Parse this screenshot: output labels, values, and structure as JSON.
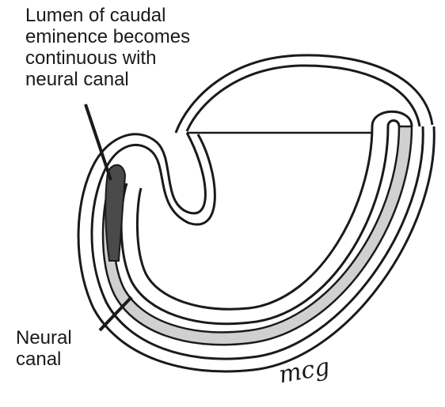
{
  "labels": {
    "lumen": {
      "lines": [
        "Lumen of caudal",
        "eminence becomes",
        "continuous with",
        "neural canal"
      ]
    },
    "neural_canal": {
      "lines": [
        "Neural",
        "canal"
      ]
    }
  },
  "signature": "mcg",
  "colors": {
    "outline": "#1a1a1a",
    "neural_canal_fill": "#d0d0d0",
    "caudal_lumen_fill": "#4a4a4a",
    "background": "#ffffff"
  }
}
